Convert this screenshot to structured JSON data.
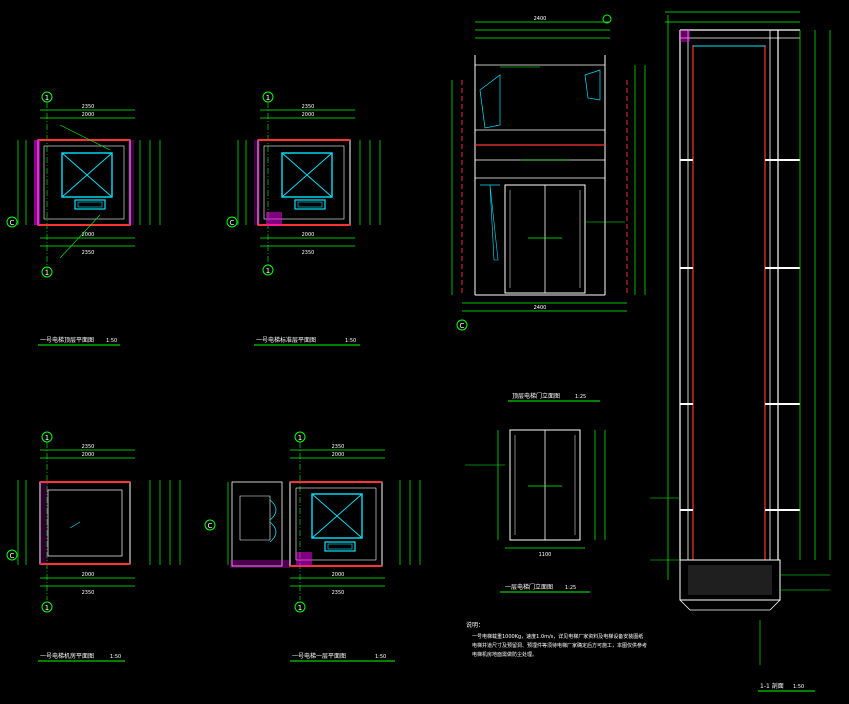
{
  "colors": {
    "background": "#000000",
    "line": "#ffffff",
    "dimension": "#00ff00",
    "wall": "#ff3333",
    "elevator": "#00e5ff",
    "hatch": "#ff00ff",
    "label_underline": "#00ff00"
  },
  "grid_bubbles": {
    "one": "1",
    "c": "C"
  },
  "plan_top_left": {
    "title": "一号电梯顶层平面图",
    "scale": "1:50",
    "dim_top_outer": "2350",
    "dim_top_inner": "2000",
    "dim_bottom_inner": "2000",
    "dim_bottom_outer": "2350"
  },
  "plan_top_mid": {
    "title": "一号电梯标准层平面图",
    "scale": "1:50",
    "dim_top_outer": "2350",
    "dim_top_inner": "2000",
    "dim_bottom_inner": "2000",
    "dim_bottom_outer": "2350"
  },
  "plan_bottom_left": {
    "title": "一号电梯机房平面图",
    "scale": "1:50",
    "dim_top_outer": "2350",
    "dim_top_inner": "2000",
    "dim_bottom_inner": "2000",
    "dim_bottom_outer": "2350"
  },
  "plan_bottom_mid": {
    "title": "一号电梯一层平面图",
    "scale": "1:50",
    "dim_top_outer": "2350",
    "dim_top_inner": "2000",
    "dim_bottom_inner": "2000",
    "dim_bottom_outer": "2350"
  },
  "door_top_elev": {
    "title": "顶层电梯门立面图",
    "scale": "1:25",
    "dim_top": "2400",
    "dim_bottom": "2400"
  },
  "door_first_elev": {
    "title": "一层电梯门立面图",
    "scale": "1:25",
    "dim_bottom": "1100"
  },
  "section": {
    "title": "1-1 剖面",
    "scale": "1:50"
  },
  "notes": {
    "heading": "说明：",
    "line1": "一号电梯载重1000Kg，速度1.0m/s，详见电梯厂家资料及电梯设备安装图纸",
    "line2": "电梯井道尺寸及预留洞、预埋件等须待电梯厂家确定后方可施工，本图仅供参考",
    "line3": "电梯机房地面需做防尘处理。"
  }
}
